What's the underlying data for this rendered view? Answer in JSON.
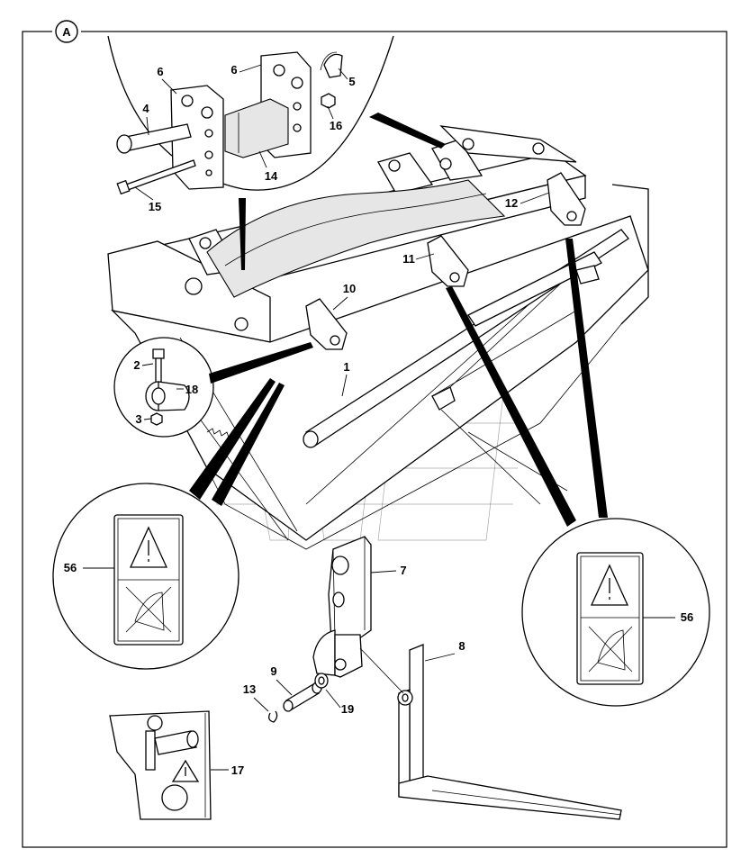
{
  "view_marker": "A",
  "callouts": {
    "c1": "1",
    "c2": "2",
    "c3": "3",
    "c4": "4",
    "c5": "5",
    "c6a": "6",
    "c6b": "6",
    "c7": "7",
    "c8": "8",
    "c9": "9",
    "c10": "10",
    "c11": "11",
    "c12": "12",
    "c13": "13",
    "c14": "14",
    "c15": "15",
    "c16": "16",
    "c17": "17",
    "c18": "18",
    "c19": "19",
    "c56a": "56",
    "c56b": "56"
  }
}
